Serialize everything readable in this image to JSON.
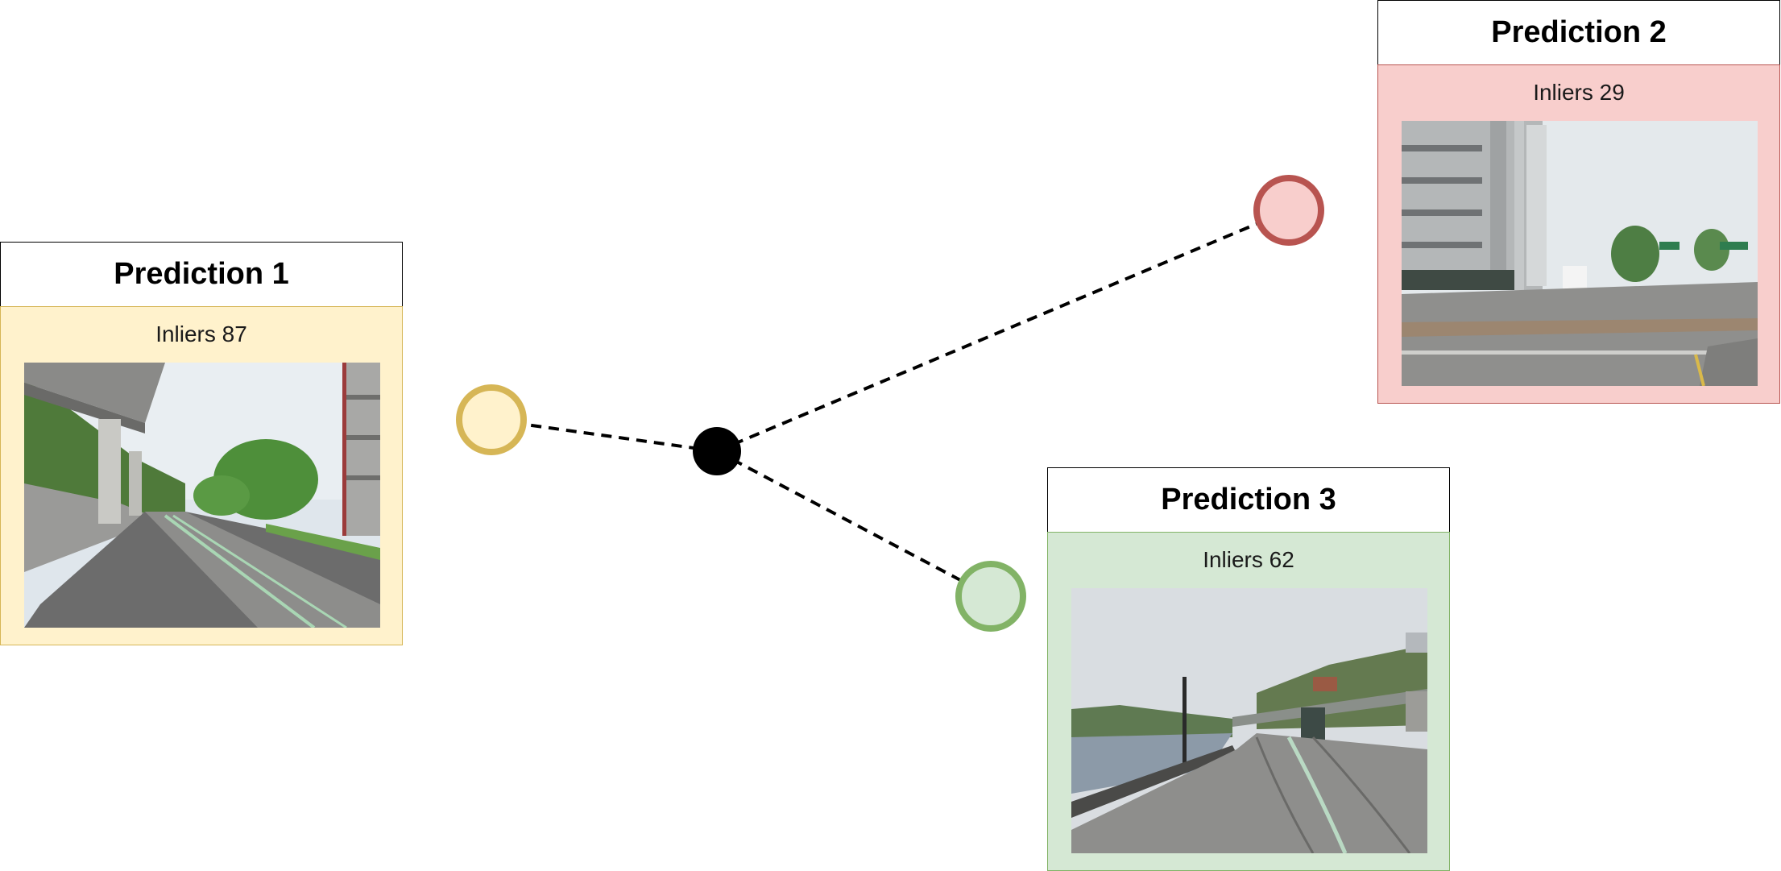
{
  "predictions": [
    {
      "title": "Prediction 1",
      "inliers": "Inliers 87",
      "fill": "#fff2cc",
      "stroke": "#d6b656"
    },
    {
      "title": "Prediction 2",
      "inliers": "Inliers 29",
      "fill": "#f8cecc",
      "stroke": "#b85450"
    },
    {
      "title": "Prediction 3",
      "inliers": "Inliers 62",
      "fill": "#d5e8d4",
      "stroke": "#82b366"
    }
  ],
  "query_node_color": "#000000"
}
